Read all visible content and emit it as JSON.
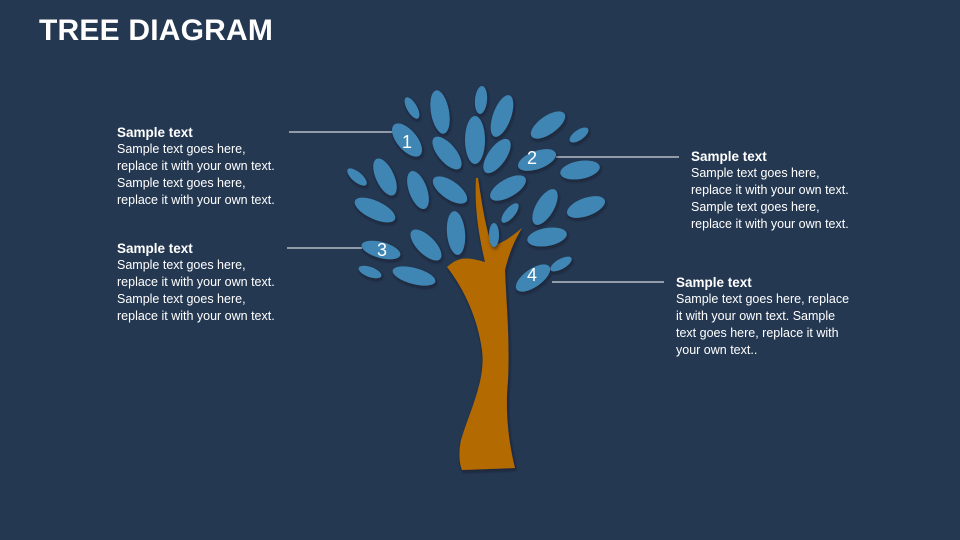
{
  "title": "TREE DIAGRAM",
  "colors": {
    "background": "#253852",
    "leaf": "#3f86b4",
    "trunk": "#b36b00",
    "text": "#ffffff"
  },
  "items": [
    {
      "number": "1",
      "heading": "Sample text",
      "body": "Sample text goes here,\nreplace it with your own text.\nSample text goes here,\nreplace it with your own text."
    },
    {
      "number": "2",
      "heading": "Sample text",
      "body": "Sample text goes here,\nreplace it with your own text.\nSample text goes here,\nreplace it with your own text."
    },
    {
      "number": "3",
      "heading": "Sample text",
      "body": "Sample text goes here,\nreplace it with your own text.\nSample text goes here,\nreplace it with your own text."
    },
    {
      "number": "4",
      "heading": "Sample text",
      "body": "Sample text goes here, replace\nit with your own text. Sample\ntext goes here, replace it with\nyour own text.."
    }
  ]
}
